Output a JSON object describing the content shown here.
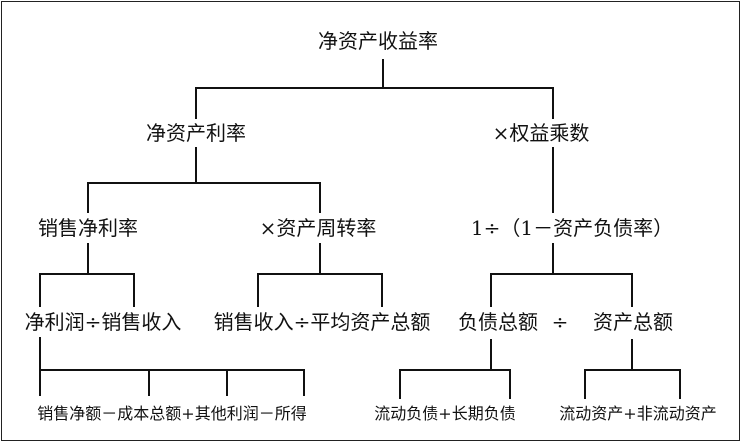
{
  "nodes": {
    "root": "净资产收益率",
    "roa": "净资产利率",
    "equity_multiplier": "×权益乘数",
    "net_margin": "销售净利率",
    "asset_turnover": "×资产周转率",
    "em_formula": "1÷（1－资产负债率）",
    "net_margin_formula": "净利润÷销售收入",
    "turnover_formula": "销售收入÷平均资产总额",
    "total_liabilities": "负债总额",
    "divide_sign": "÷",
    "total_assets": "资产总额",
    "net_profit_formula": "销售净额－成本总额+其他利润－所得",
    "liabilities_formula": "流动负债+长期负债",
    "assets_formula": "流动资产+非流动资产"
  }
}
